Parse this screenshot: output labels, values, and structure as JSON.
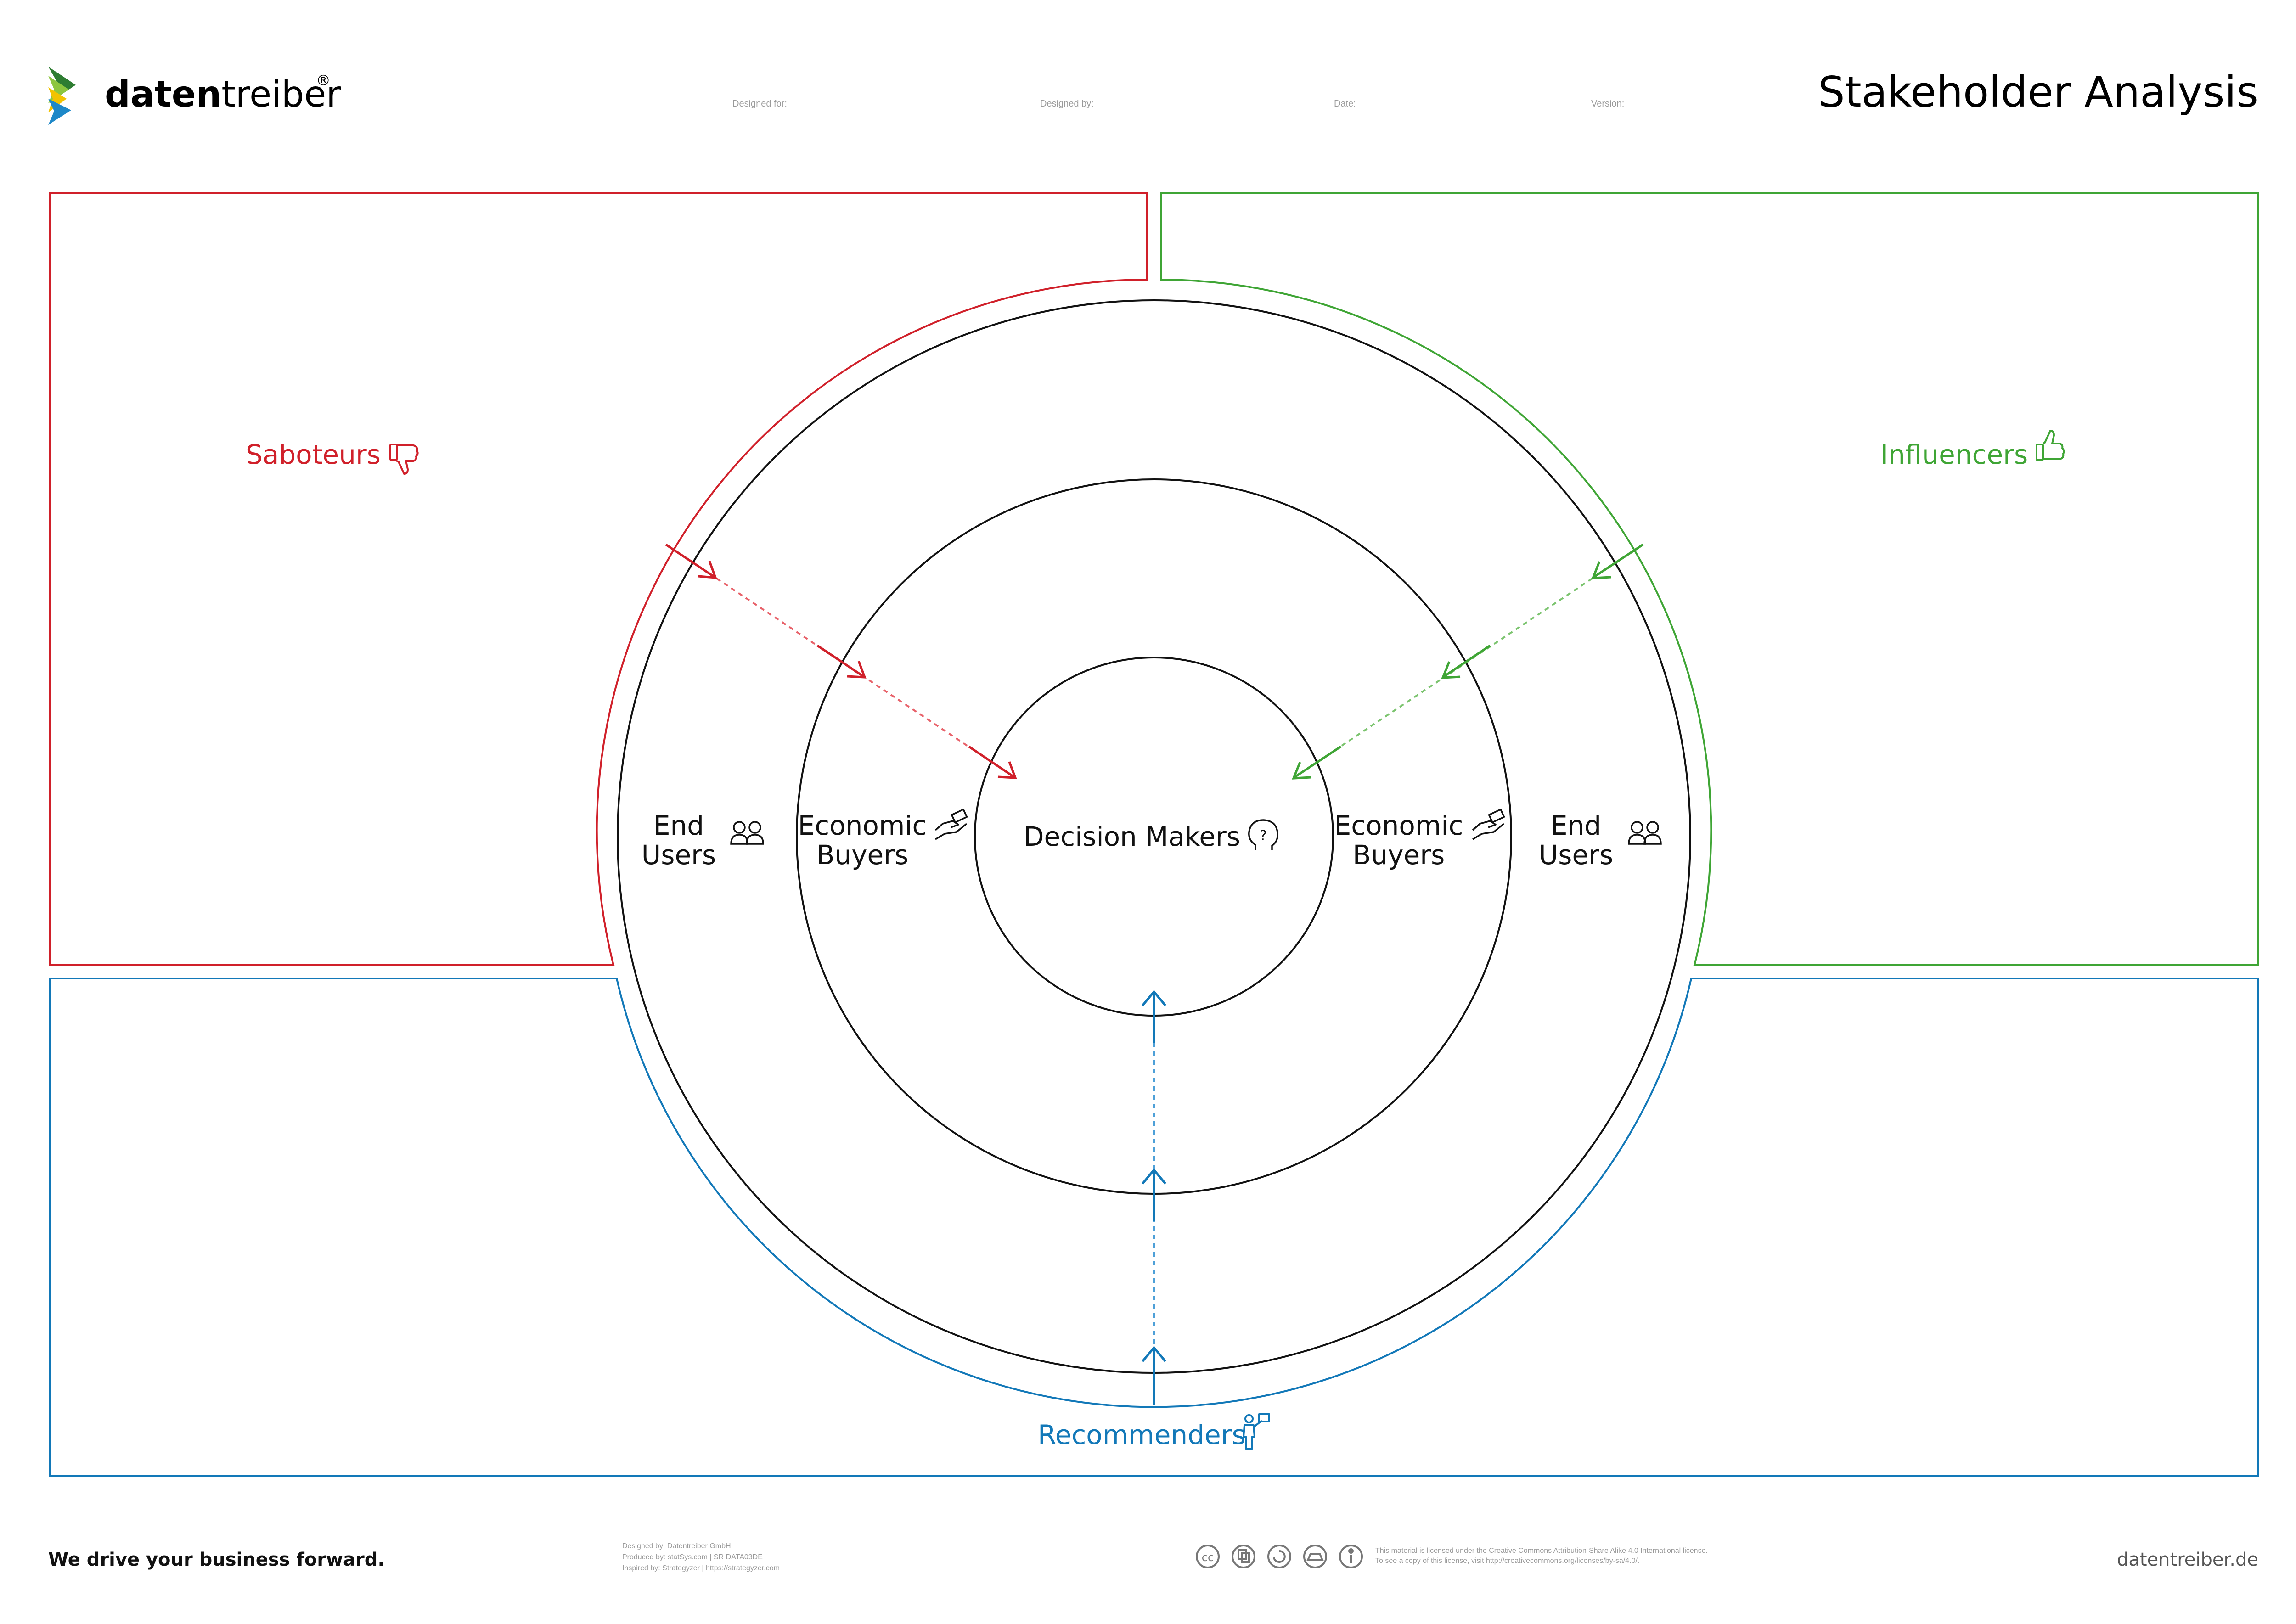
{
  "brand": {
    "name_part1": "daten",
    "name_part2": "treiber",
    "registered_mark": "®",
    "logo_colors": [
      "#2e7d32",
      "#8dc63f",
      "#f2c300",
      "#1e88c8"
    ],
    "tagline": "We drive your business forward.",
    "website": "datentreiber.de"
  },
  "header": {
    "title": "Stakeholder Analysis",
    "fields": [
      {
        "label": "Designed for:"
      },
      {
        "label": "Designed by:"
      },
      {
        "label": "Date:"
      },
      {
        "label": "Version:"
      }
    ]
  },
  "groups": {
    "saboteurs": {
      "label": "Saboteurs",
      "color": "#d0202a",
      "icon": "thumbs-down-icon"
    },
    "influencers": {
      "label": "Influencers",
      "color": "#3fa535",
      "icon": "thumbs-up-icon"
    },
    "recommenders": {
      "label": "Recommenders",
      "color": "#1278b8",
      "icon": "presenter-icon"
    }
  },
  "rings": {
    "center": {
      "label": "Decision Makers",
      "icon": "question-head-icon"
    },
    "middle_left": {
      "line1": "Economic",
      "line2": "Buyers",
      "icon": "money-hand-icon"
    },
    "middle_right": {
      "line1": "Economic",
      "line2": "Buyers",
      "icon": "money-hand-icon"
    },
    "outer_left": {
      "line1": "End",
      "line2": "Users",
      "icon": "users-icon"
    },
    "outer_right": {
      "line1": "End",
      "line2": "Users",
      "icon": "users-icon"
    }
  },
  "footer": {
    "credits": [
      "Designed by: Datentreiber GmbH",
      "Produced by: statSys.com | SR DATA03DE",
      "Inspired by: Strategyzer | https://strategyzer.com"
    ],
    "license": [
      "This material is licensed under the Creative Commons Attribution-Share Alike 4.0 International license.",
      "To see a copy of this license, visit http://creativecommons.org/licenses/by-sa/4.0/."
    ],
    "cc_icons": [
      "cc-icon",
      "copy-icon",
      "remix-icon",
      "commercial-icon",
      "attribution-icon"
    ]
  }
}
